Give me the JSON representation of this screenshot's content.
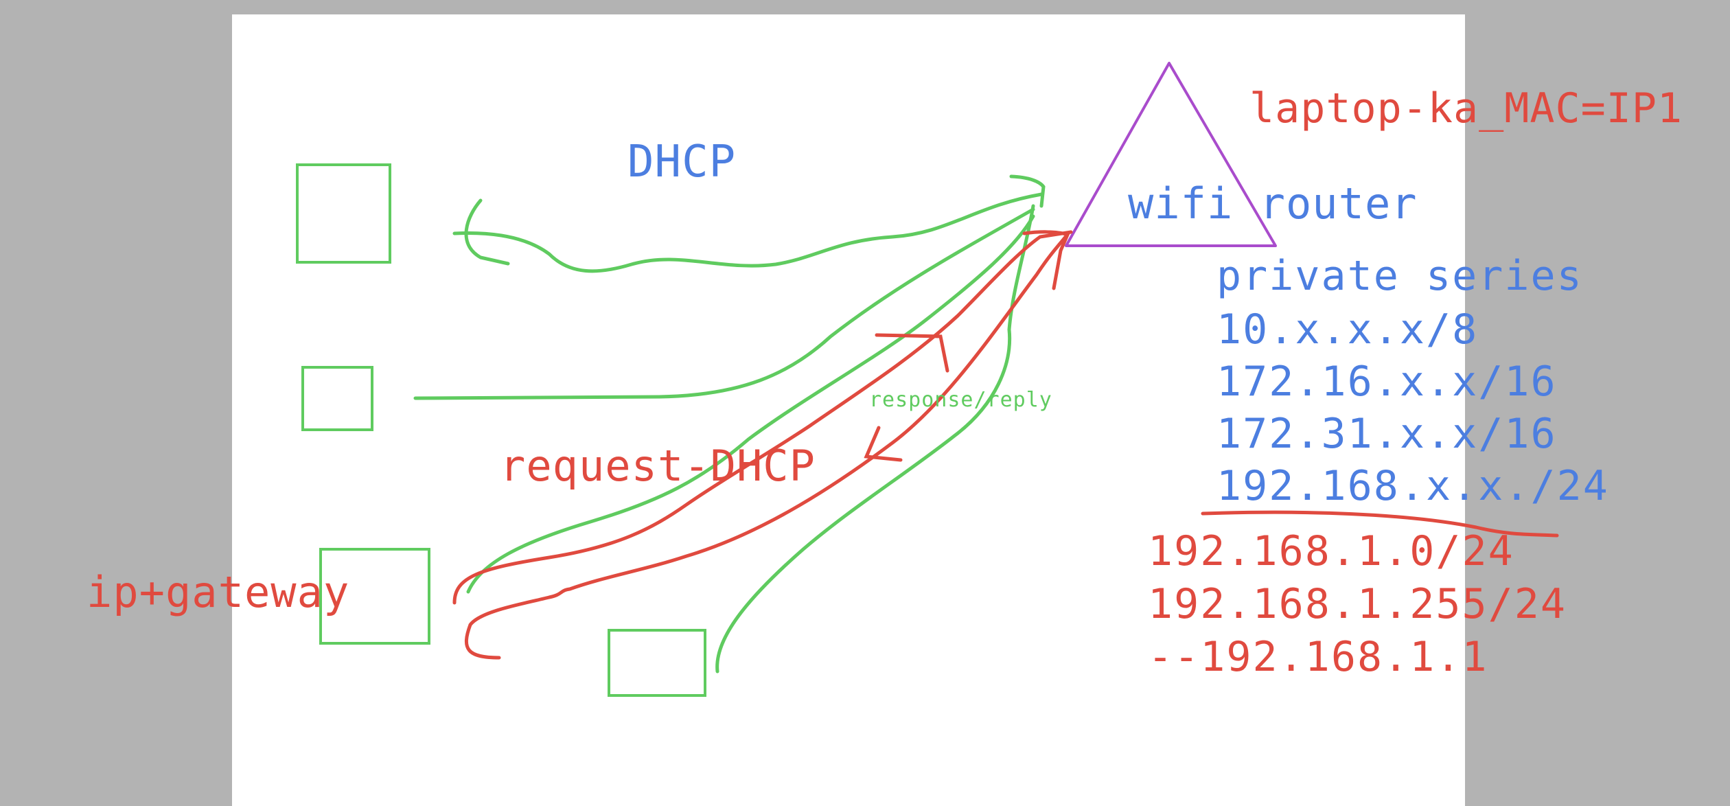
{
  "colors": {
    "background": "#b3b3b3",
    "whiteboard": "#ffffff",
    "blue_ink": "#4c7ee0",
    "red_ink": "#e04a3f",
    "green_ink": "#5fcb5f",
    "purple_ink": "#a94ccc"
  },
  "labels": {
    "dhcp": "DHCP",
    "router_mac": "laptop-ka_MAC=IP1",
    "router": "wifi router",
    "request": "request-DHCP",
    "response": "response/reply",
    "ip_gateway": "ip+gateway"
  },
  "private_series": {
    "title": "private series",
    "ranges": [
      "10.x.x.x/8",
      "172.16.x.x/16",
      "172.31.x.x/16",
      "192.168.x.x./24"
    ]
  },
  "subnet_notes": [
    "192.168.1.0/24",
    "192.168.1.255/24",
    "--192.168.1.1"
  ]
}
